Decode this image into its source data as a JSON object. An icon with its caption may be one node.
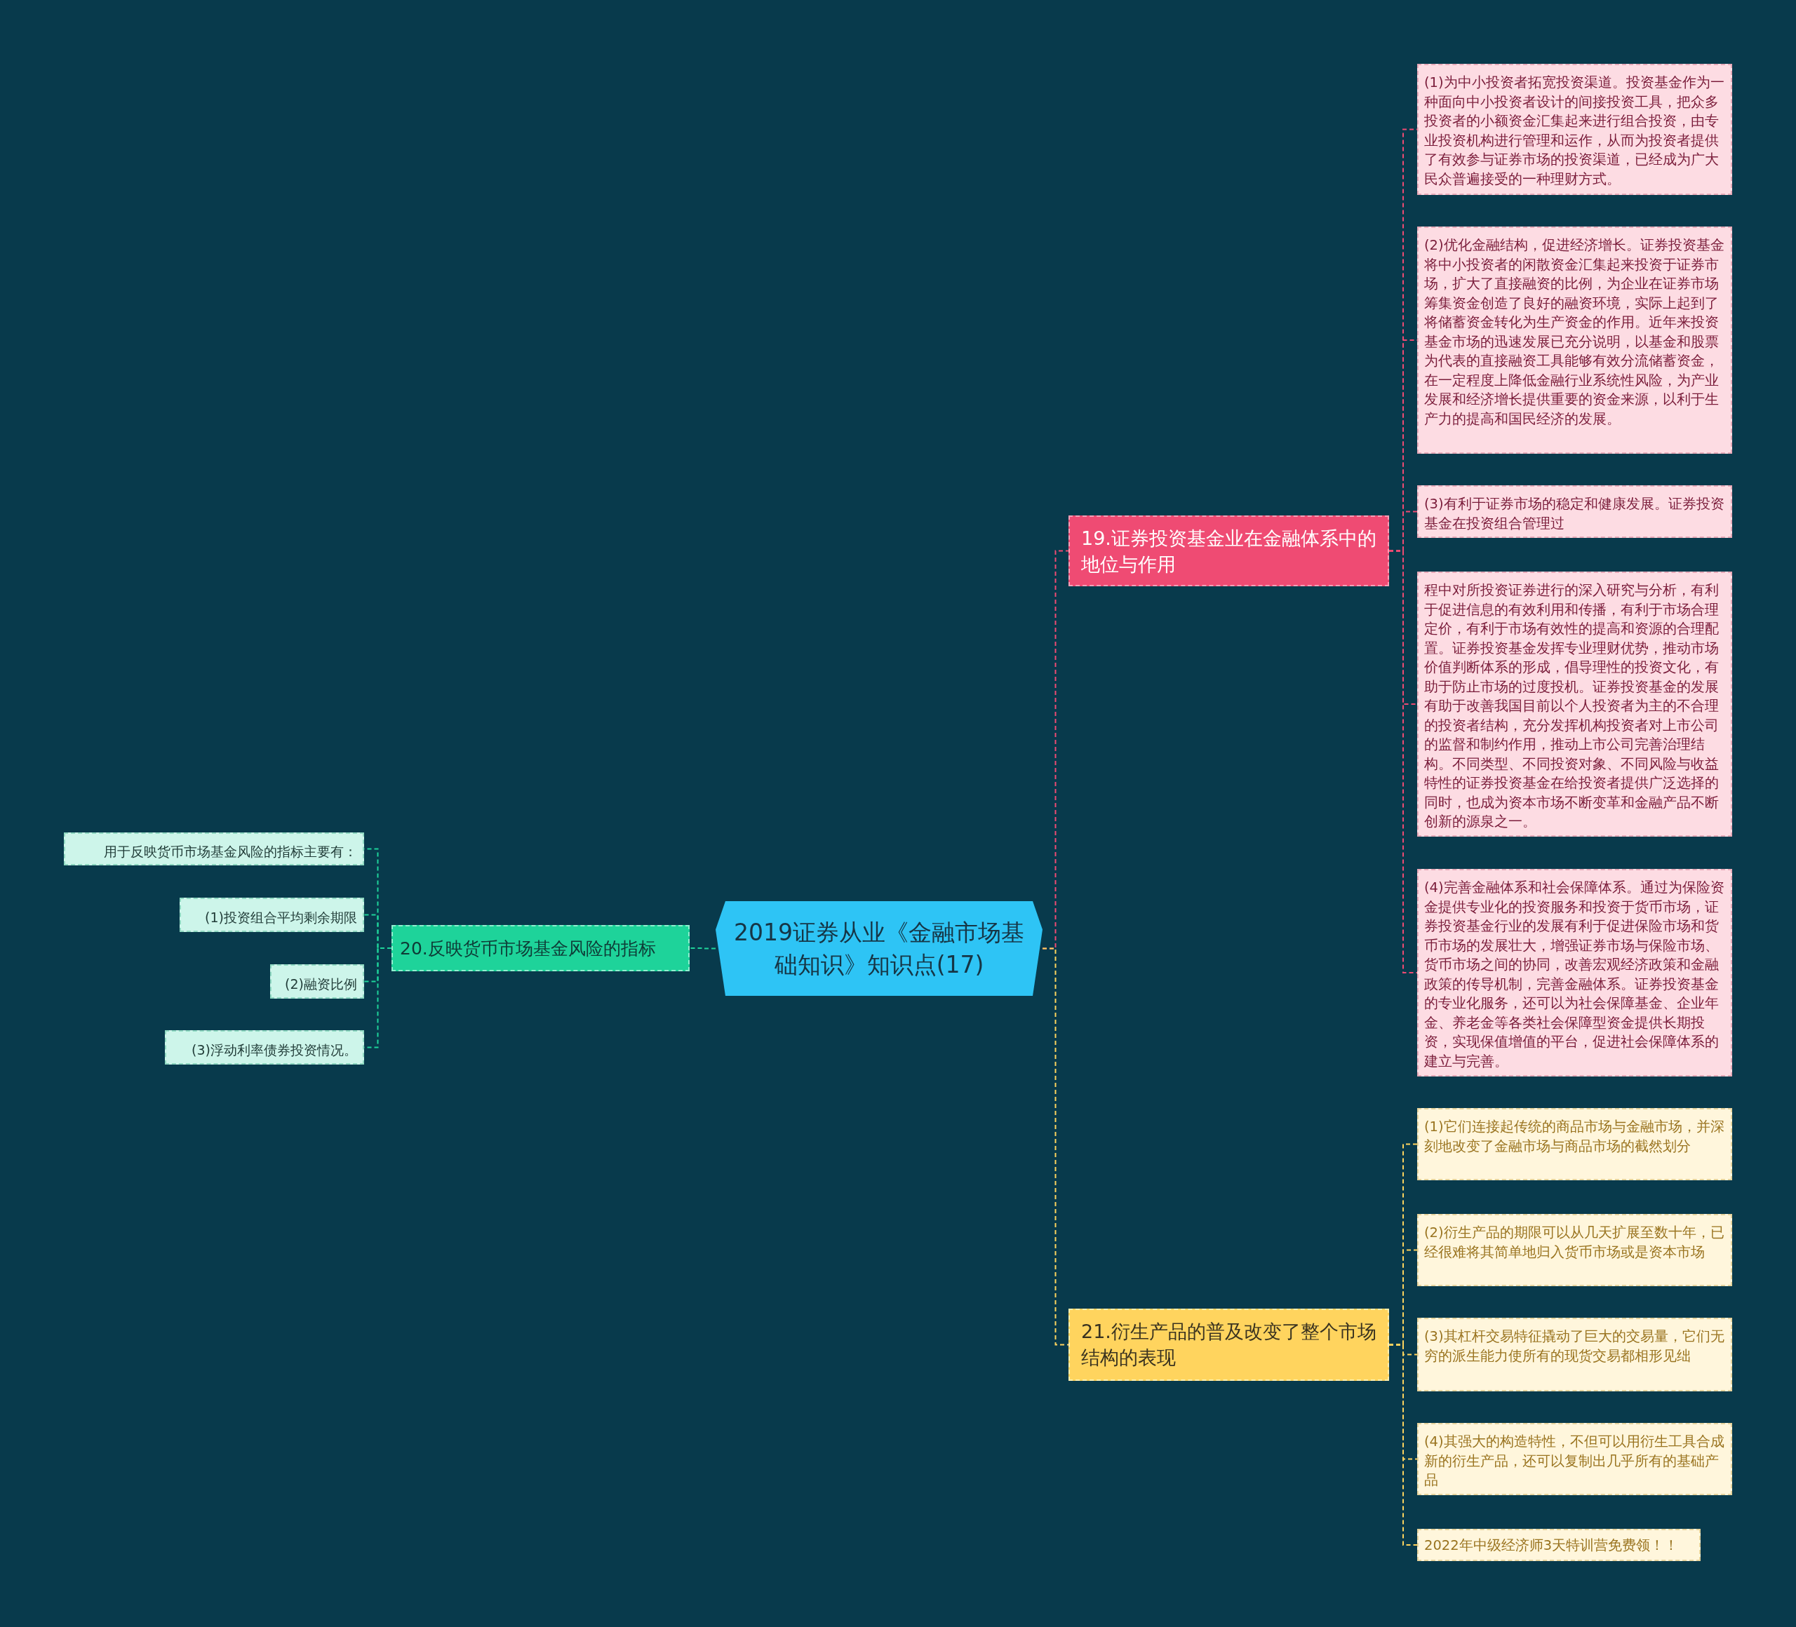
{
  "diagram": {
    "nodes": [
      {
        "text": [
          "2019证券从业《金融市场基础知识》知识点(17)"
        ]
      },
      {
        "text": [
          "19.证券投资基金业在金融体系中的地位与作用"
        ]
      },
      {
        "text": [
          "(1)为中小投资者拓宽投资渠道。投资基金作为一种面向中小投资者设计的间接投资工具，把众多投资者的小额资金汇集起来进行组合投资，由专业投资机构进行管理和运作，从而为投资者提供了有效参与证券市场的投资渠道，已经成为广大民众普遍接受的一种理财方式。"
        ]
      },
      {
        "text": [
          "(2)优化金融结构，促进经济增长。证券投资基金将中小投资者的闲散资金汇集起来投资于证券市场，扩大了直接融资的比例，为企业在证券市场筹集资金创造了良好的融资环境，实际上起到了将储蓄资金转化为生产资金的作用。近年来投资基金市场的迅速发展已充分说明，以基金和股票为代表的直接融资工具能够有效分流储蓄资金，在一定程度上降低金融行业系统性风险，为产业发展和经济增长提供重要的资金来源，以利于生产力的提高和国民经济的发展。"
        ]
      },
      {
        "text": [
          "(3)有利于证券市场的稳定和健康发展。证券投资基金在投资组合管理过"
        ]
      },
      {
        "text": [
          "程中对所投资证券进行的深入研究与分析，有利于促进信息的有效利用和传播，有利于市场合理定价，有利于市场有效性的提高和资源的合理配置。证券投资基金发挥专业理财优势，推动市场价值判断体系的形成，倡导理性的投资文化，有助于防止市场的过度投机。证券投资基金的发展有助于改善我国目前以个人投资者为主的不合理的投资者结构，充分发挥机构投资者对上市公司的监督和制约作用，推动上市公司完善治理结构。不同类型、不同投资对象、不同风险与收益特性的证券投资基金在给投资者提供广泛选择的同时，也成为资本市场不断变革和金融产品不断创新的源泉之一。"
        ]
      },
      {
        "text": [
          "(4)完善金融体系和社会保障体系。通过为保险资金提供专业化的投资服务和投资于货币市场，证券投资基金行业的发展有利于促进保险市场和货币市场的发展壮大，增强证券市场与保险市场、货币市场之间的协同，改善宏观经济政策和金融政策的传导机制，完善金融体系。证券投资基金的专业化服务，还可以为社会保障基金、企业年金、养老金等各类社会保障型资金提供长期投资，实现保值增值的平台，促进社会保障体系的建立与完善。"
        ]
      },
      {
        "text": [
          "20.反映货币市场基金风险的指标"
        ]
      },
      {
        "text": [
          "用于反映货币市场基金风险的指标主要有："
        ]
      },
      {
        "text": [
          "(1)投资组合平均剩余期限"
        ]
      },
      {
        "text": [
          "(2)融资比例"
        ]
      },
      {
        "text": [
          "(3)浮动利率债券投资情况。"
        ]
      },
      {
        "text": [
          "21.衍生产品的普及改变了整个市场结构的表现"
        ]
      },
      {
        "text": [
          "(1)它们连接起传统的商品市场与金融市场，并深刻地改变了金融市场与商品市场的截然划分"
        ]
      },
      {
        "text": [
          "(2)衍生产品的期限可以从几天扩展至数十年，已经很难将其简单地归入货币市场或是资本市场"
        ]
      },
      {
        "text": [
          "(3)其杠杆交易特征撬动了巨大的交易量，它们无穷的派生能力使所有的现货交易都相形见绌"
        ]
      },
      {
        "text": [
          "(4)其强大的构造特性，不但可以用衍生工具合成新的衍生产品，还可以复制出几乎所有的基础产品"
        ]
      },
      {
        "text": [
          "2022年中级经济师3天特训营免费领！！"
        ]
      }
    ],
    "edges": [
      {
        "from": 0,
        "to": 1,
        "arrow": "none",
        "style": "dashed",
        "color": "#ef4b73"
      },
      {
        "from": 1,
        "to": 2,
        "arrow": "none",
        "style": "dashed",
        "color": "#ef4b73"
      },
      {
        "from": 1,
        "to": 3,
        "arrow": "none",
        "style": "dashed",
        "color": "#ef4b73"
      },
      {
        "from": 1,
        "to": 4,
        "arrow": "none",
        "style": "dashed",
        "color": "#ef4b73"
      },
      {
        "from": 1,
        "to": 5,
        "arrow": "none",
        "style": "dashed",
        "color": "#ef4b73"
      },
      {
        "from": 1,
        "to": 6,
        "arrow": "none",
        "style": "dashed",
        "color": "#ef4b73"
      },
      {
        "from": 0,
        "to": 7,
        "arrow": "none",
        "style": "dashed",
        "color": "#1ed39a"
      },
      {
        "from": 7,
        "to": 8,
        "arrow": "none",
        "style": "dashed",
        "color": "#1ed39a"
      },
      {
        "from": 7,
        "to": 9,
        "arrow": "none",
        "style": "dashed",
        "color": "#1ed39a"
      },
      {
        "from": 7,
        "to": 10,
        "arrow": "none",
        "style": "dashed",
        "color": "#1ed39a"
      },
      {
        "from": 7,
        "to": 11,
        "arrow": "none",
        "style": "dashed",
        "color": "#1ed39a"
      },
      {
        "from": 0,
        "to": 12,
        "arrow": "none",
        "style": "dashed",
        "color": "#ffd45e"
      },
      {
        "from": 12,
        "to": 13,
        "arrow": "none",
        "style": "dashed",
        "color": "#ffd45e"
      },
      {
        "from": 12,
        "to": 14,
        "arrow": "none",
        "style": "dashed",
        "color": "#ffd45e"
      },
      {
        "from": 12,
        "to": 15,
        "arrow": "none",
        "style": "dashed",
        "color": "#ffd45e"
      },
      {
        "from": 12,
        "to": 16,
        "arrow": "none",
        "style": "dashed",
        "color": "#ffd45e"
      },
      {
        "from": 12,
        "to": 17,
        "arrow": "none",
        "style": "dashed",
        "color": "#ffd45e"
      }
    ]
  }
}
